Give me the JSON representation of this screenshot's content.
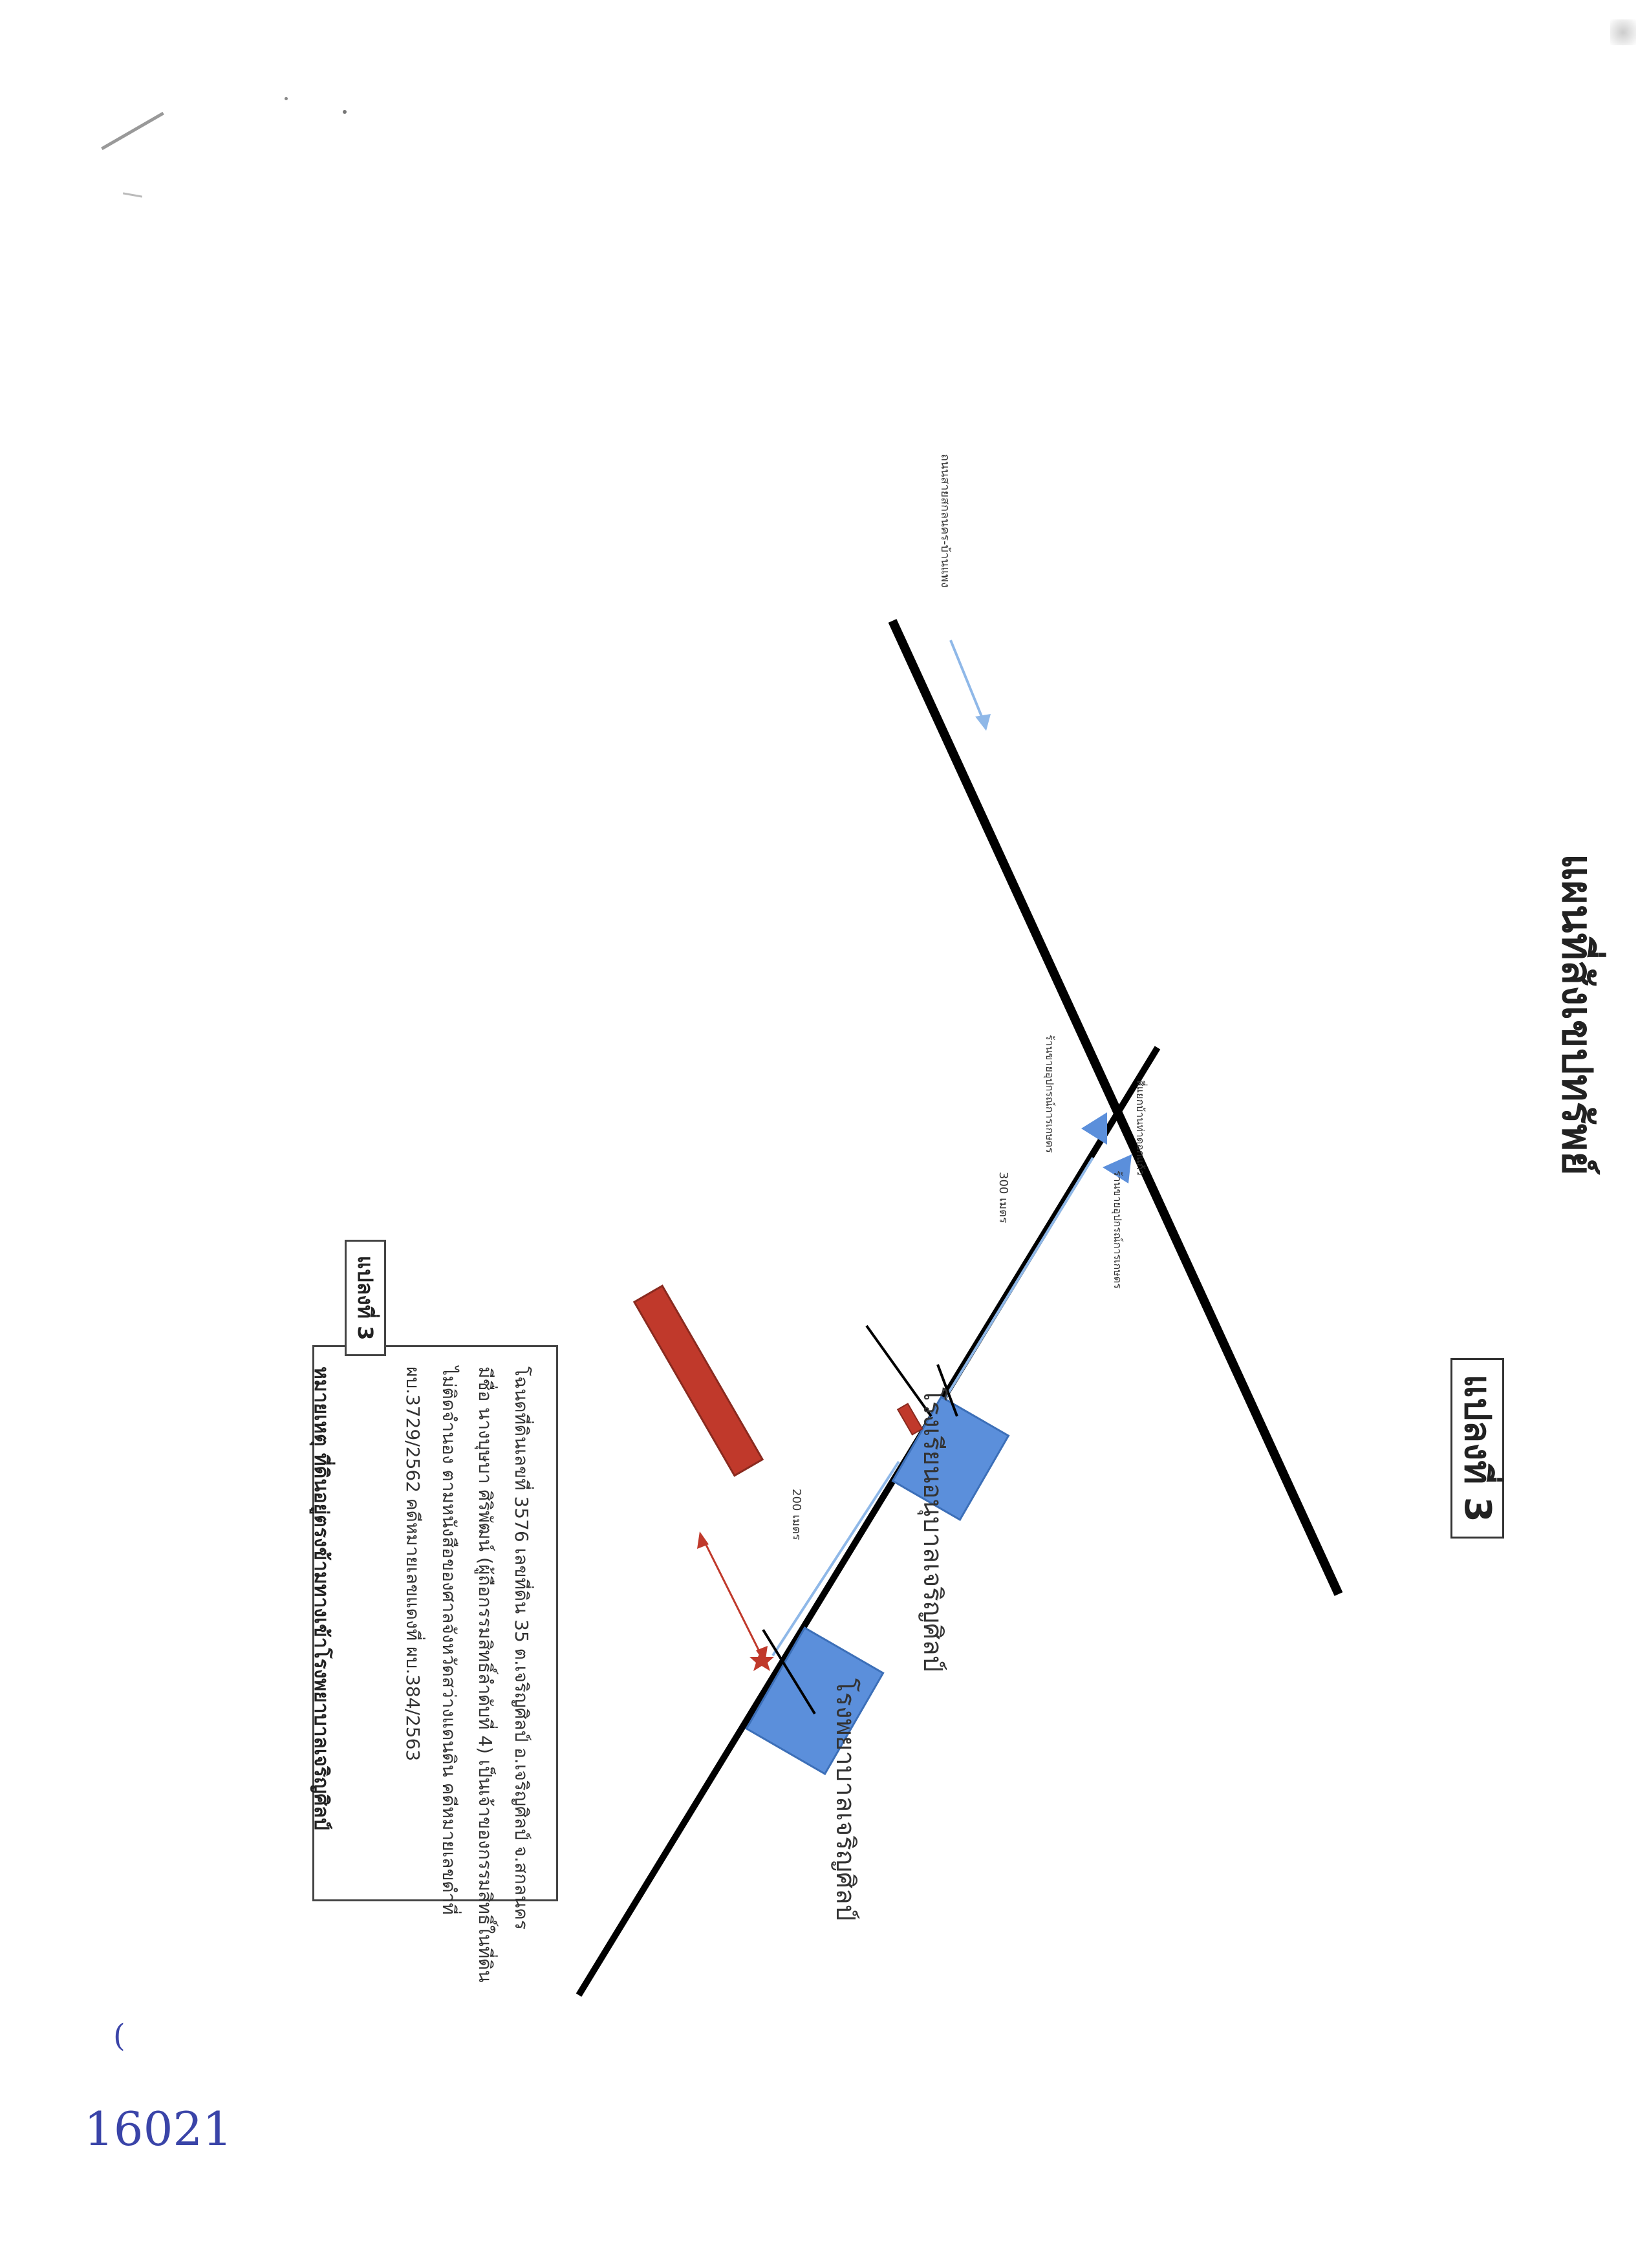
{
  "title": {
    "heading": "แผนที่สังเขปทรัพย์",
    "map_number": "แปลงที่ 3"
  },
  "places": {
    "school": "โรงเรียนอนุบาลเจริญศิลป์",
    "hospital": "โรงพยาบาลเจริญศิลป์",
    "intersection": "สี่แยกบ้านท่าดอกแก้ว",
    "main_road": "ถนนสายสกลนคร-บ้านแพง",
    "bus_stop_1": "ร้านขายอุปกรณ์การเกษตร",
    "bus_stop_2": "ร้านขายอุปกรณ์การเกษตร"
  },
  "distances": {
    "to_intersection": "300 เมตร",
    "to_school": "200 เมตร"
  },
  "info_panel": {
    "lines": [
      "โฉนดที่ดินเลขที่ 3576  เลขที่ดิน 35 ต.เจริญศิลป์ อ.เจริญศิลป์ จ.สกลนคร",
      "มีชื่อ นางบุษบา  ศิริพัฒน์ (ผู้ถือกรรมสิทธิ์ลำดับที่ 4) เป็นเจ้าของกรรมสิทธิ์ในที่ดิน",
      "ไม่ติดจำนอง ตามหนังสือของศาลจังหวัดสว่างแดนดิน  คดีหมายเลขดำที่",
      "ผบ.3729/2562 คดีหมายเลขแดงที่ ผบ.384/2563"
    ],
    "note": "หมายเหตุ ที่ดินอยู่ตรงข้ามทางเข้าโรงพยาบาลเจริญศิลป์"
  },
  "plot_label": "แปลงที่ 3",
  "handwritten": {
    "number": "16021",
    "mark": "("
  },
  "colors": {
    "road": "#000000",
    "building": "#5b8fdb",
    "plot": "#c0392b",
    "route": "#8fb8e8",
    "arrow": "#c0392b"
  }
}
